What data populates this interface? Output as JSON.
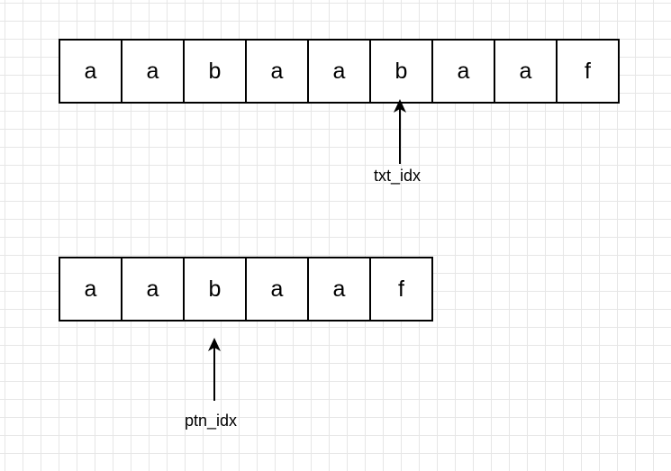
{
  "text_array": {
    "cells": [
      "a",
      "a",
      "b",
      "a",
      "a",
      "b",
      "a",
      "a",
      "f"
    ]
  },
  "pattern_array": {
    "cells": [
      "a",
      "a",
      "b",
      "a",
      "a",
      "f"
    ]
  },
  "pointers": {
    "txt_label": "txt_idx",
    "ptn_label": "ptn_idx"
  },
  "colors": {
    "stroke": "#000000",
    "grid": "#e6e6e6",
    "background": "#ffffff"
  }
}
